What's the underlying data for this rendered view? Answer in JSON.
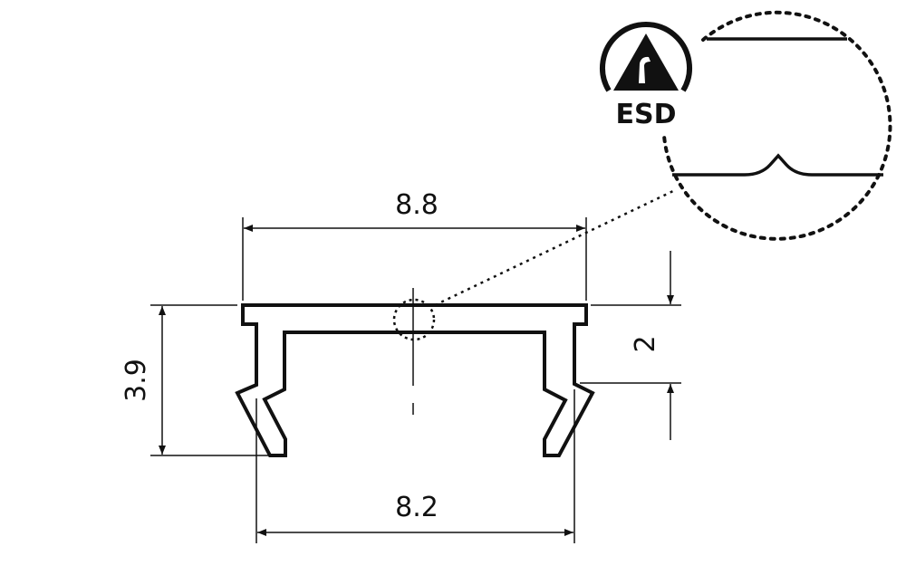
{
  "drawing": {
    "dimensions": {
      "top_width": "8.8",
      "bottom_width": "8.2",
      "height": "3.9",
      "lip_height": "2"
    },
    "esd_label": "ESD",
    "colors": {
      "line": "#111111",
      "background": "#ffffff"
    }
  }
}
